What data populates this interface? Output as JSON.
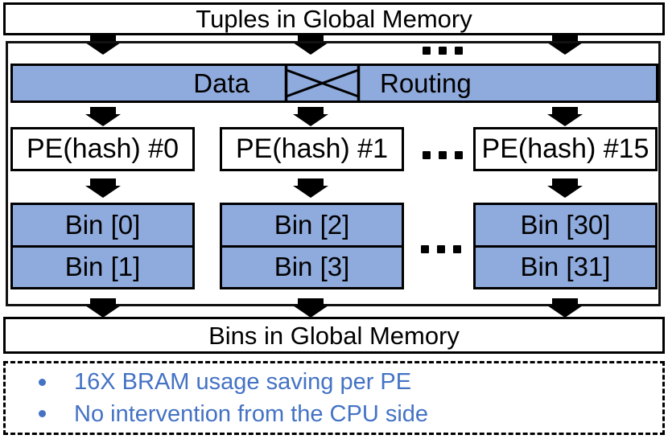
{
  "diagram": {
    "top_bar": {
      "label": "Tuples in Global Memory"
    },
    "crossbar": {
      "data_label": "Data",
      "routing_label": "Routing"
    },
    "ellipsis": "...",
    "pe_row": {
      "units": [
        {
          "label": "PE(hash) #0"
        },
        {
          "label": "PE(hash) #1"
        },
        {
          "label": "PE(hash) #15"
        }
      ]
    },
    "bin_grid": {
      "columns": [
        {
          "cells": [
            "Bin [0]",
            "Bin [1]"
          ]
        },
        {
          "cells": [
            "Bin [2]",
            "Bin [3]"
          ]
        },
        {
          "cells": [
            "Bin [30]",
            "Bin [31]"
          ]
        }
      ]
    },
    "bottom_bar": {
      "label": "Bins in Global Memory"
    },
    "notes": {
      "items": [
        {
          "text": "16X BRAM usage saving per PE"
        },
        {
          "text": "No intervention from the CPU side"
        }
      ]
    }
  },
  "colors": {
    "box_fill": "#8FAADC",
    "note_text": "#4472C4",
    "line": "#000000"
  }
}
